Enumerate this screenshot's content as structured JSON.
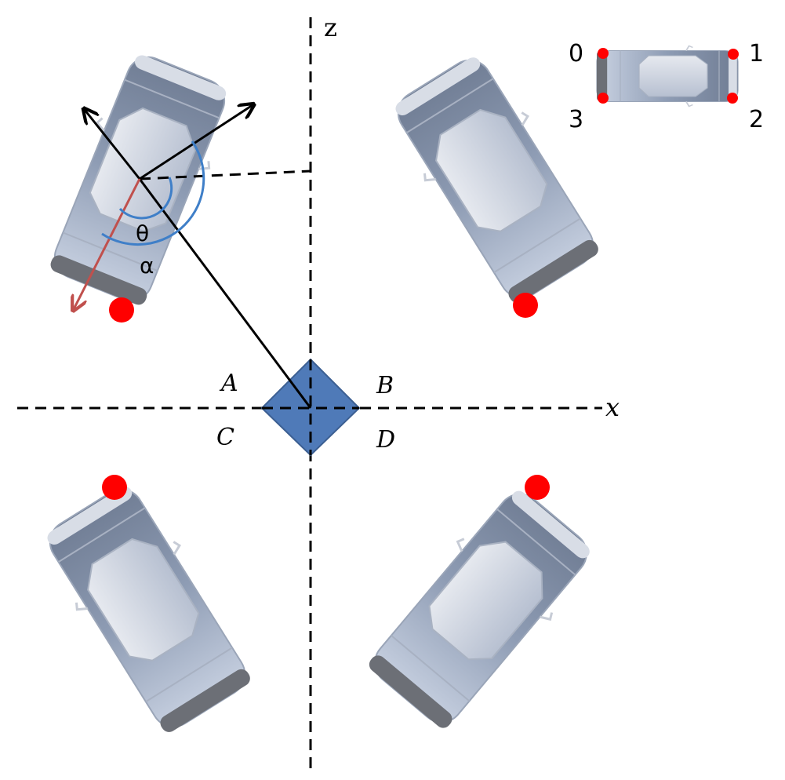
{
  "axes": {
    "x_label": "x",
    "z_label": "z"
  },
  "quadrants": {
    "a": "A",
    "b": "B",
    "c": "C",
    "d": "D"
  },
  "angles": {
    "theta": "θ",
    "alpha": "α"
  },
  "inset_corners": {
    "c0": "0",
    "c1": "1",
    "c2": "2",
    "c3": "3"
  },
  "colors": {
    "camera": "#4f7ab8",
    "marker": "#ff0000",
    "arc": "#3f7fc8",
    "heading_arrow": "#c0504d",
    "car_body": "#8e9cb4"
  }
}
